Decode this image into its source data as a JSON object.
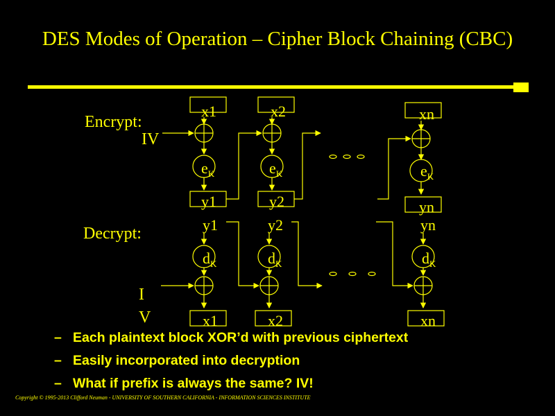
{
  "slide": {
    "title": "DES Modes of Operation – Cipher Block Chaining (CBC)",
    "accent_color": "#FFFF00",
    "background_color": "#000000"
  },
  "diagram": {
    "encrypt_label": "Encrypt:",
    "decrypt_label": "Decrypt:",
    "iv_label": "IV",
    "iv_vertical": [
      "I",
      "V"
    ],
    "encrypt_columns": [
      {
        "input": "x1",
        "cipher": "e",
        "sub": "K",
        "output": "y1"
      },
      {
        "input": "x2",
        "cipher": "e",
        "sub": "K",
        "output": "y2"
      },
      {
        "input": "xn",
        "cipher": "e",
        "sub": "K",
        "output": "yn"
      }
    ],
    "decrypt_columns": [
      {
        "input": "y1",
        "cipher": "d",
        "sub": "K",
        "output": "x1"
      },
      {
        "input": "y2",
        "cipher": "d",
        "sub": "K",
        "output": "x2"
      },
      {
        "input": "yn",
        "cipher": "d",
        "sub": "K",
        "output": "xn"
      }
    ],
    "xor_icon": "xor-circle-plus-icon",
    "ellipsis_icon": "ellipsis-dots-icon"
  },
  "bullets": [
    "Each plaintext block XOR’d with previous ciphertext",
    "Easily incorporated into decryption",
    "What if prefix is always the same?  IV!"
  ],
  "bullet_marker": "–",
  "copyright": "Copyright © 1995-2013 Clifford Neuman - UNIVERSITY OF SOUTHERN CALIFORNIA - INFORMATION SCIENCES INSTITUTE"
}
